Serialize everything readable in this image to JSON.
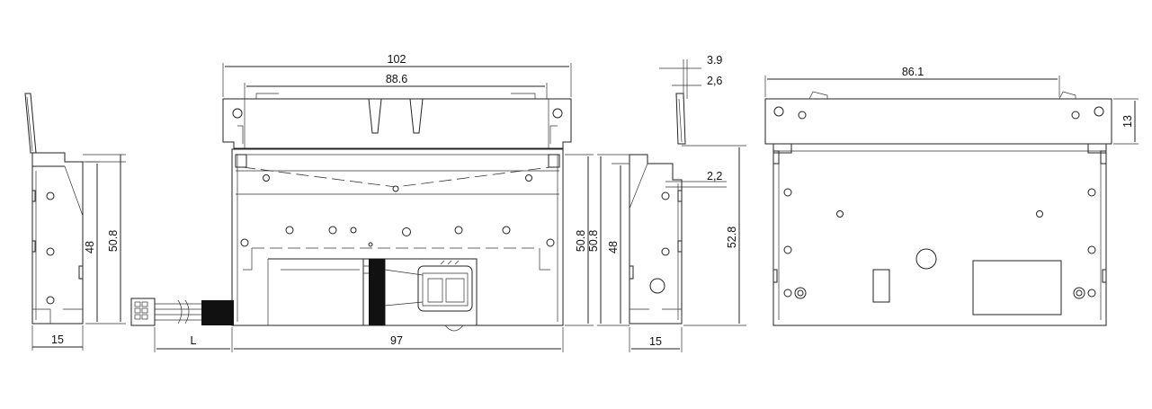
{
  "drawing": {
    "line_color": "#222222",
    "background": "#ffffff",
    "dimensions": {
      "left_width": "15",
      "left_inner_height": "48",
      "left_outer_height": "50.8",
      "front_overall_width": "102",
      "front_inner_width": "88.6",
      "front_cable_length": "L",
      "front_body_width": "97",
      "front_right_height": "50.8",
      "side_top_a": "3.9",
      "side_top_b": "2,6",
      "side_mid": "2,2",
      "side_height_a": "50.8",
      "side_height_b": "48",
      "side_width": "15",
      "rear_height_total": "52.8",
      "rear_top_width": "86.1",
      "rear_flange": "13"
    }
  }
}
